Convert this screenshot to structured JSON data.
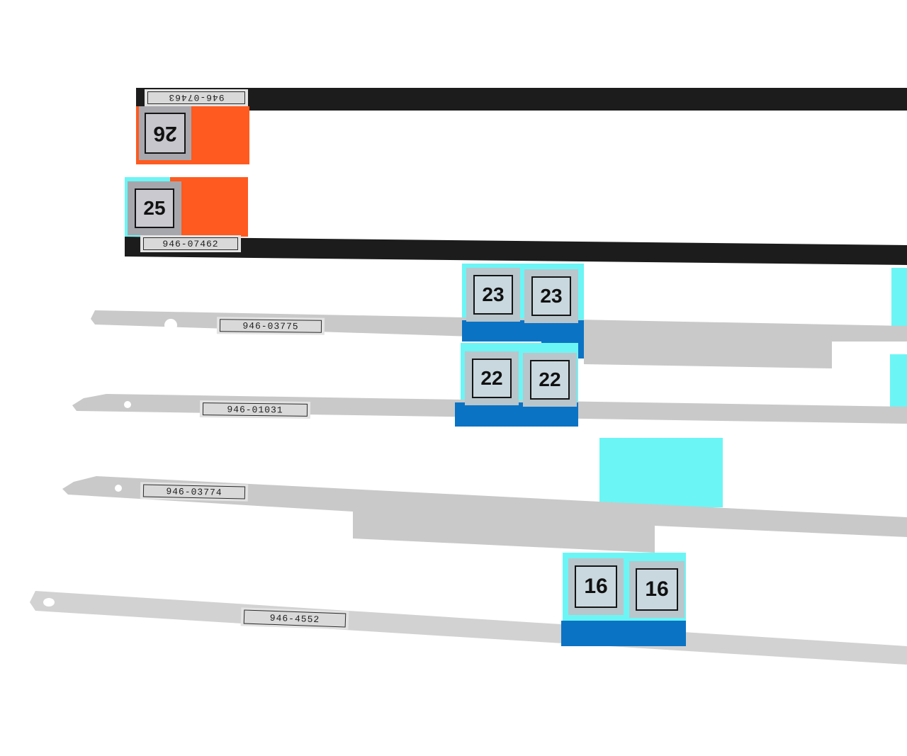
{
  "colors": {
    "background": "#ffffff",
    "black_strip": "#1c1c1c",
    "silver_strip": "#c9c9c9",
    "orange_tab": "#ff5a1f",
    "cyan_liner": "#6cf5f5",
    "blue_adhesive": "#0b73c4"
  },
  "strips": [
    {
      "kind": "black-strip",
      "part_number": "946-07463",
      "tag": "26",
      "upside_down": true
    },
    {
      "kind": "black-strip",
      "part_number": "946-07462",
      "tag": "25",
      "upside_down": false
    },
    {
      "kind": "silver-strip",
      "part_number": "946-03775",
      "tags": [
        "23",
        "23"
      ]
    },
    {
      "kind": "silver-strip",
      "part_number": "946-01031",
      "tags": [
        "22",
        "22"
      ]
    },
    {
      "kind": "silver-strip",
      "part_number": "946-03774",
      "tags": []
    },
    {
      "kind": "silver-strip",
      "part_number": "946-4552",
      "tags": [
        "16",
        "16"
      ]
    }
  ]
}
